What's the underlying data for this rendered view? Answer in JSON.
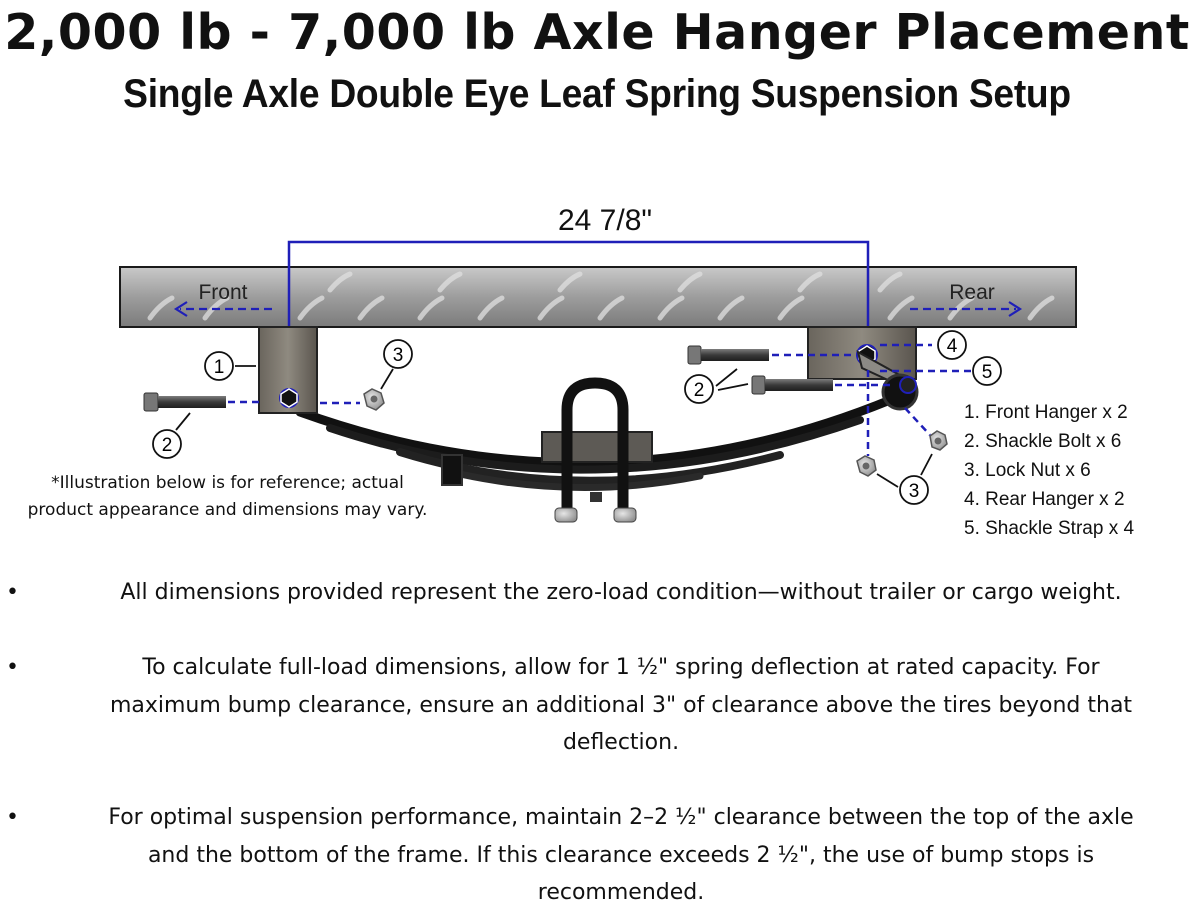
{
  "header": {
    "title": "2,000 lb - 7,000 lb Axle Hanger Placement",
    "subtitle": "Single Axle Double Eye Leaf Spring Suspension Setup"
  },
  "diagram": {
    "dimension_label": "24 7/8\"",
    "front_label": "Front",
    "rear_label": "Rear",
    "callouts": [
      "1",
      "2",
      "3",
      "2",
      "4",
      "5",
      "3"
    ],
    "accent_color": "#1f1fb8"
  },
  "legend": [
    "1.  Front Hanger x 2",
    "2.  Shackle Bolt x 6",
    "3.  Lock Nut x 6",
    "4. Rear Hanger x 2",
    "5. Shackle Strap x 4"
  ],
  "note": {
    "line1": "*Illustration below is for reference; actual",
    "line2": "product appearance and dimensions may vary."
  },
  "bullets": [
    {
      "marker": "•",
      "lines": [
        "All dimensions provided represent the zero-load condition—without trailer or cargo weight."
      ]
    },
    {
      "marker": "•",
      "lines": [
        "To calculate full-load dimensions, allow for 1 ½\" spring deflection at rated capacity. For",
        "maximum bump clearance, ensure an additional 3\" of clearance above the tires beyond that",
        "deflection."
      ]
    },
    {
      "marker": "•",
      "lines": [
        "For optimal suspension performance, maintain 2–2 ½\" clearance between the top of the axle",
        "and the bottom of the frame. If this clearance exceeds 2 ½\", the use of bump stops is",
        "recommended."
      ]
    }
  ]
}
